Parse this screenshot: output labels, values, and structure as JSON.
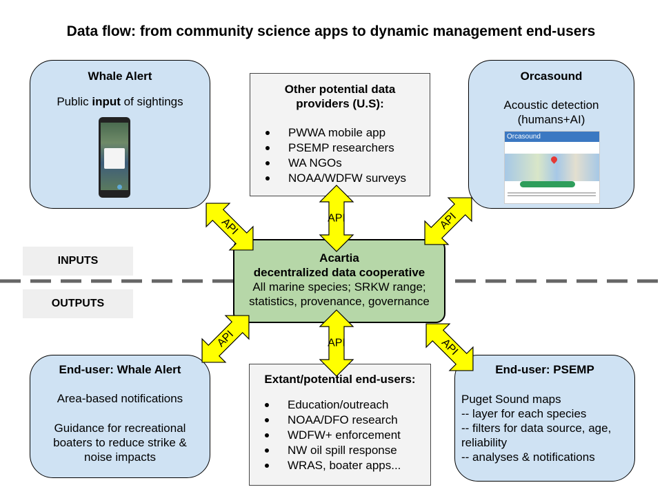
{
  "title": "Data flow: from community science apps to dynamic management end-users",
  "inputs_label": "INPUTS",
  "outputs_label": "OUTPUTS",
  "api_label": "API",
  "whale_alert": {
    "title": "Whale Alert",
    "desc_pre": "Public ",
    "desc_bold": "input",
    "desc_post": " of sightings"
  },
  "other_providers": {
    "title_line1": "Other potential data",
    "title_line2": "providers (U.S):",
    "items": [
      "PWWA mobile app",
      "PSEMP researchers",
      "WA NGOs",
      "NOAA/WDFW surveys"
    ]
  },
  "orcasound": {
    "title": "Orcasound",
    "desc_line1": "Acoustic detection",
    "desc_line2": "(humans+AI)",
    "screenshot_bar": "Orcasound"
  },
  "acartia": {
    "title_line1": "Acartia",
    "title_line2": "decentralized data cooperative",
    "desc_line1": "All marine species; SRKW range;",
    "desc_line2": "statistics, provenance, governance"
  },
  "enduser_whale_alert": {
    "title": "End-user: Whale Alert",
    "line1": "Area-based notifications",
    "line2": "Guidance for recreational",
    "line3": "boaters to reduce strike &",
    "line4": "noise impacts"
  },
  "extant_endusers": {
    "title": "Extant/potential end-users:",
    "items": [
      "Education/outreach",
      "NOAA/DFO research",
      "WDFW+ enforcement",
      "NW oil spill response",
      "WRAS, boater apps..."
    ]
  },
  "enduser_psemp": {
    "title": "End-user: PSEMP",
    "lines": [
      "Puget Sound maps",
      "-- layer for each species",
      "-- filters for data source, age,",
      "reliability",
      "-- analyses & notifications"
    ]
  },
  "colors": {
    "arrow_fill": "#ffff00",
    "blue_box": "#cfe2f3",
    "green_box": "#b6d7a8",
    "grey_box": "#f3f3f3"
  }
}
